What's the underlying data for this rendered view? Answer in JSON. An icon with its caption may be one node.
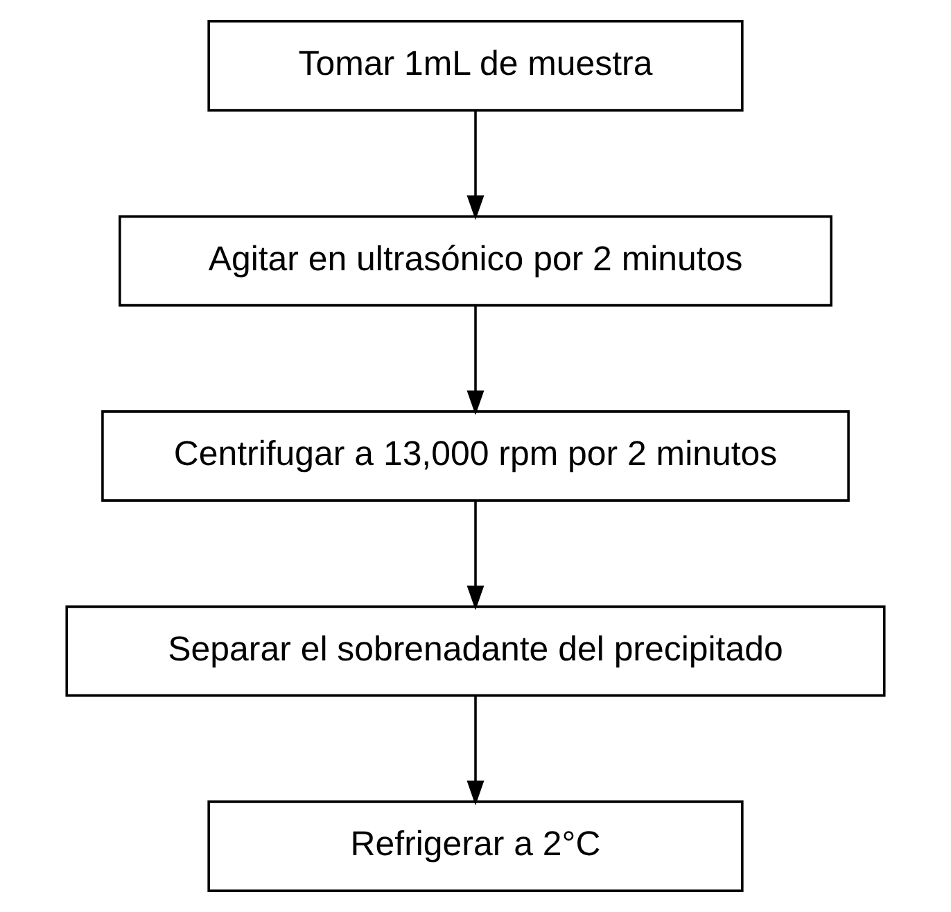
{
  "diagram": {
    "nodes": [
      {
        "text": [
          "Tomar 1mL de muestra"
        ]
      },
      {
        "text": [
          "Agitar en ultrasónico por 2 minutos"
        ]
      },
      {
        "text": [
          "Centrifugar a 13,000 rpm por 2 minutos"
        ]
      },
      {
        "text": [
          "Separar el sobrenadante del precipitado"
        ]
      },
      {
        "text": [
          "Refrigerar a 2°C"
        ]
      }
    ],
    "edges": [
      {
        "from": 0,
        "to": 1,
        "arrow": "to"
      },
      {
        "from": 1,
        "to": 2,
        "arrow": "to"
      },
      {
        "from": 2,
        "to": 3,
        "arrow": "to"
      },
      {
        "from": 3,
        "to": 4,
        "arrow": "to"
      }
    ]
  }
}
